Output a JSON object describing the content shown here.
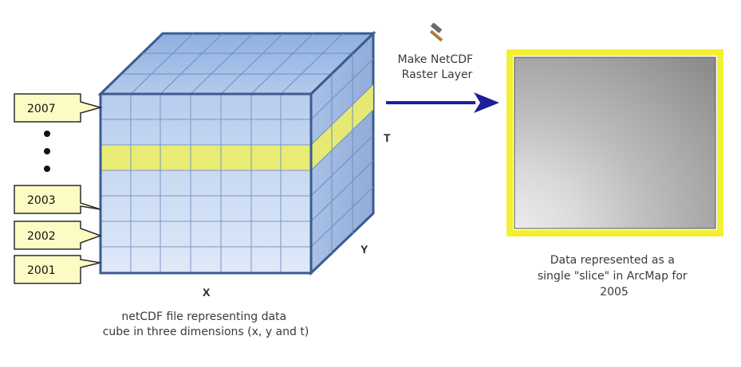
{
  "cube": {
    "axis_x": "X",
    "axis_y": "Y",
    "axis_t": "T",
    "years": [
      "2007",
      "2003",
      "2002",
      "2001"
    ],
    "caption_lines": [
      "netCDF file representing data",
      "cube in three dimensions (x, y and t)"
    ]
  },
  "tool": {
    "icon": "hammer-icon",
    "label_lines": [
      "Make NetCDF",
      "Raster Layer"
    ]
  },
  "slice": {
    "caption_lines": [
      "Data represented as a",
      "single \"slice\" in ArcMap for",
      "2005"
    ]
  },
  "colors": {
    "cube_front": "#c6d8f1",
    "cube_grid": "#7a96c4",
    "cube_edge": "#3b5c8f",
    "highlight_band": "#ecee6a",
    "arrow": "#1f1f9a",
    "slice_border": "#f3f032",
    "callout_fill": "#fdfbc4"
  }
}
